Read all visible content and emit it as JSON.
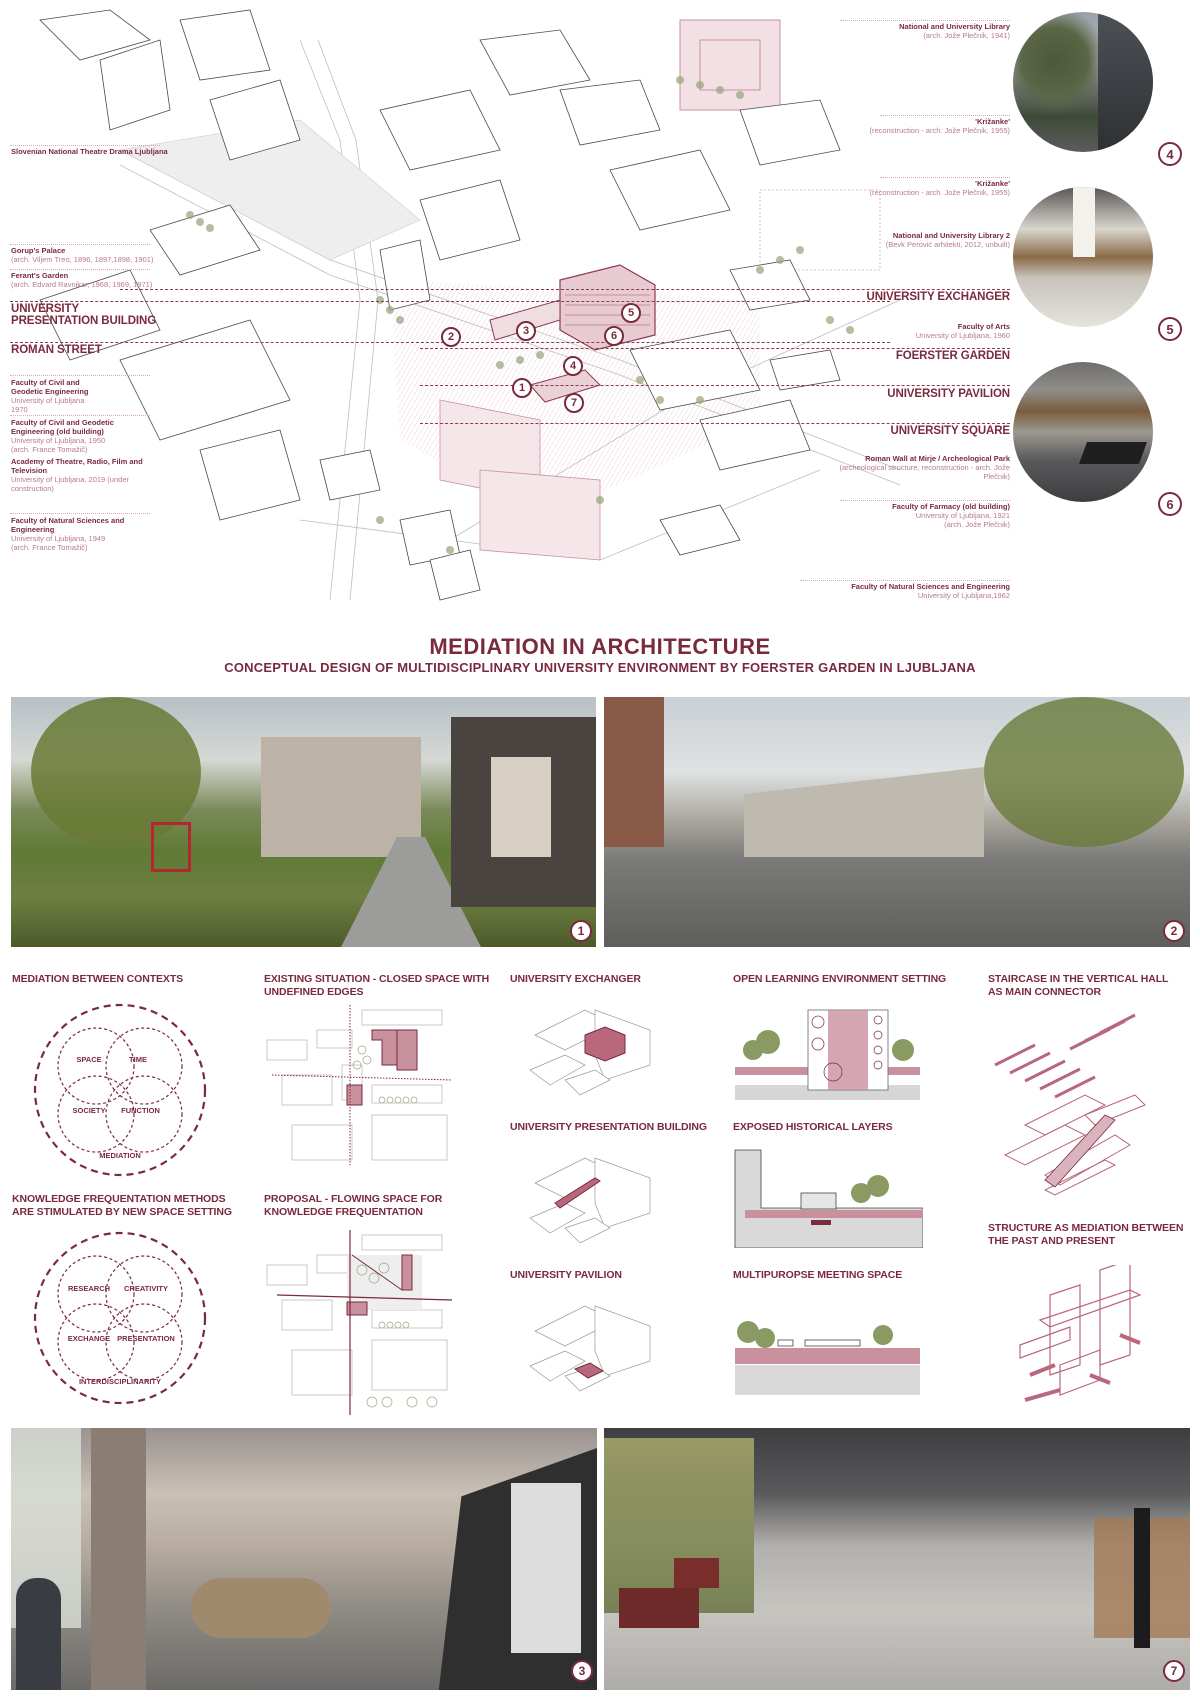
{
  "site_plan": {
    "left_labels": [
      {
        "title": "Slovenian National Theatre Drama Ljubljana",
        "sub": []
      },
      {
        "title": "Gorup's Palace",
        "sub": [
          "(arch. Viljem Treo, 1896, 1897,1898, 1901)"
        ]
      },
      {
        "title": "Ferant's Garden",
        "sub": [
          "(arch. Edvard Ravnikar, 1968, 1969, 1971)"
        ]
      },
      {
        "title": "Faculty of Civil and Geodetic Engineering",
        "sub": [
          "University of Ljubljana 1970"
        ]
      },
      {
        "title": "Faculty of Civil and Geodetic Engineering (old building)",
        "sub": [
          "University of Ljubljana, 1950",
          "(arch. France Tomažič)"
        ]
      },
      {
        "title": "Academy of Theatre, Radio, Film and Television",
        "sub": [
          "University of Ljubljana, 2019 (under construction)"
        ]
      },
      {
        "title": "Faculty of Natural Sciences and Engineering",
        "sub": [
          "University of Ljubljana, 1949",
          "(arch. France Tomažič)"
        ]
      }
    ],
    "left_big_labels": [
      "UNIVERSITY PRESENTATION BUILDING",
      "ROMAN STREET"
    ],
    "right_labels": [
      {
        "title": "National and University Library",
        "sub": [
          "(arch. Jože Plečnik, 1941)"
        ]
      },
      {
        "title": "'Križanke'",
        "sub": [
          "(reconstruction - arch. Jože Plečnik, 1955)"
        ]
      },
      {
        "title": "'Križanke'",
        "sub": [
          "(reconstruction - arch. Jože Plečnik, 1955)"
        ]
      },
      {
        "title": "National and University Library 2",
        "sub": [
          "(Bevk Perović arhitekti, 2012, unbuilt)"
        ]
      },
      {
        "title": "Faculty of Arts",
        "sub": [
          "University of Ljubljana, 1960"
        ]
      },
      {
        "title": "Roman Wall at Mirje / Archeological Park",
        "sub": [
          "(archeological structure, reconstruction - arch. Jože",
          "Plečnik)"
        ]
      },
      {
        "title": "Faculty of Farmacy (old building)",
        "sub": [
          "University of Ljubljana, 1921",
          "(arch. Jože Plečnik)"
        ]
      },
      {
        "title": "Faculty of Natural Sciences and Engineering",
        "sub": [
          "University of Ljubljana,1962"
        ]
      }
    ],
    "right_big_labels": [
      "UNIVERSITY EXCHANGER",
      "FOERSTER GARDEN",
      "UNIVERSITY PAVILION",
      "UNIVERSITY SQUARE"
    ],
    "markers": [
      "1",
      "2",
      "3",
      "4",
      "5",
      "6",
      "7"
    ]
  },
  "renders_round": [
    {
      "number": "4",
      "scene": "courtyard walkway with tree"
    },
    {
      "number": "5",
      "scene": "vertical hall staircase"
    },
    {
      "number": "6",
      "scene": "workshop hall"
    }
  ],
  "header": {
    "title": "MEDIATION IN ARCHITECTURE",
    "subtitle": "CONCEPTUAL DESIGN OF MULTIDISCIPLINARY UNIVERSITY ENVIRONMENT BY FOERSTER GARDEN IN LJUBLJANA"
  },
  "renders_top": [
    {
      "number": "1",
      "scene": "Foerster garden lawn"
    },
    {
      "number": "2",
      "scene": "cobbled university square"
    }
  ],
  "diagrams": {
    "mediation": {
      "heading": "MEDIATION BETWEEN CONTEXTS",
      "quadrants": [
        "SPACE",
        "TIME",
        "SOCIETY",
        "FUNCTION"
      ],
      "outer": "MEDIATION"
    },
    "knowledge": {
      "heading": "KNOWLEDGE FREQUENTATION METHODS ARE STIMULATED BY NEW SPACE SETTING",
      "heading_lines": [
        "KNOWLEDGE FREQUENTATION METHODS",
        "ARE STIMULATED BY NEW SPACE SETTING"
      ],
      "quadrants": [
        "RESEARCH",
        "CREATIVITY",
        "EXCHANGE",
        "PRESENTATION"
      ],
      "outer": "INTERDISCIPLINARITY"
    },
    "existing": {
      "heading_lines": [
        "EXISTING SITUATION - CLOSED SPACE WITH",
        "UNDEFINED EDGES"
      ]
    },
    "proposal": {
      "heading_lines": [
        "PROPOSAL - FLOWING SPACE FOR",
        "KNOWLEDGE FREQUENTATION"
      ]
    },
    "exchanger": {
      "heading": "UNIVERSITY EXCHANGER"
    },
    "presentation": {
      "heading": "UNIVERSITY PRESENTATION BUILDING"
    },
    "pavilion": {
      "heading": "UNIVERSITY PAVILION"
    },
    "open_learning": {
      "heading": "OPEN LEARNING ENVIRONMENT SETTING"
    },
    "historical": {
      "heading": "EXPOSED HISTORICAL LAYERS"
    },
    "multipurpose": {
      "heading": "MULTIPUROPSE MEETING SPACE"
    },
    "staircase": {
      "heading_lines": [
        "STAIRCASE IN THE VERTICAL HALL",
        "AS MAIN CONNECTOR"
      ]
    },
    "structure": {
      "heading_lines": [
        "STRUCTURE AS MEDIATION BETWEEN",
        "THE PAST AND PRESENT"
      ]
    }
  },
  "renders_bottom": [
    {
      "number": "3",
      "scene": "long interior hall with timber logs"
    },
    {
      "number": "7",
      "scene": "pavilion lounge with red sofas"
    }
  ],
  "colors": {
    "accent": "#7a2a3e",
    "accent_light": "#c9909e",
    "fill": "#d9b3bd"
  }
}
